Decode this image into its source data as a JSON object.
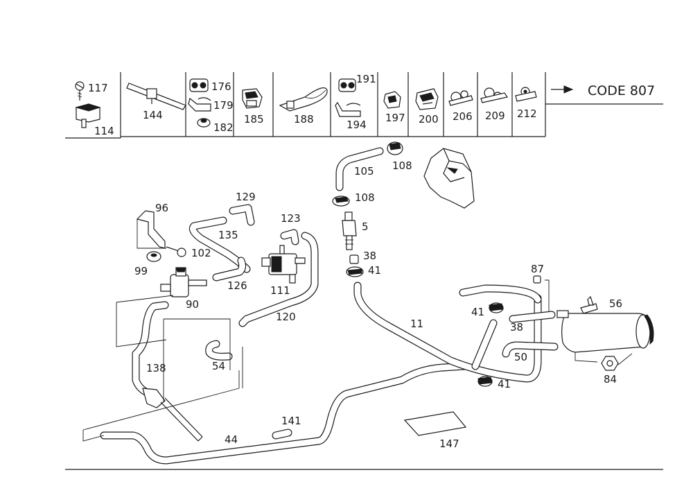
{
  "header": {
    "cells": [
      {
        "id": "c1",
        "labels": [
          "117",
          "114"
        ]
      },
      {
        "id": "c2",
        "labels": [
          "144"
        ]
      },
      {
        "id": "c3",
        "labels": [
          "176",
          "179",
          "182"
        ]
      },
      {
        "id": "c4",
        "labels": [
          "185"
        ]
      },
      {
        "id": "c5",
        "labels": [
          "188"
        ]
      },
      {
        "id": "c6",
        "labels": [
          "191",
          "194"
        ]
      },
      {
        "id": "c7",
        "labels": [
          "197"
        ]
      },
      {
        "id": "c8",
        "labels": [
          "200"
        ]
      },
      {
        "id": "c9",
        "labels": [
          "206"
        ]
      },
      {
        "id": "c10",
        "labels": [
          "209"
        ]
      },
      {
        "id": "c11",
        "labels": [
          "212"
        ]
      }
    ],
    "code_label": "CODE 807",
    "arrow_icon": "arrow-right-icon"
  },
  "callouts": {
    "p96": "96",
    "p102": "102",
    "p99": "99",
    "p90": "90",
    "p129": "129",
    "p135": "135",
    "p126": "126",
    "p123": "123",
    "p111": "111",
    "p120": "120",
    "p105": "105",
    "p108a": "108",
    "p108b": "108",
    "p5": "5",
    "p38a": "38",
    "p41a": "41",
    "p11": "11",
    "p87": "87",
    "p56": "56",
    "p41b": "41",
    "p38b": "38",
    "p50": "50",
    "p41c": "41",
    "p84": "84",
    "p138": "138",
    "p54": "54",
    "p141": "141",
    "p44": "44",
    "p147": "147"
  }
}
